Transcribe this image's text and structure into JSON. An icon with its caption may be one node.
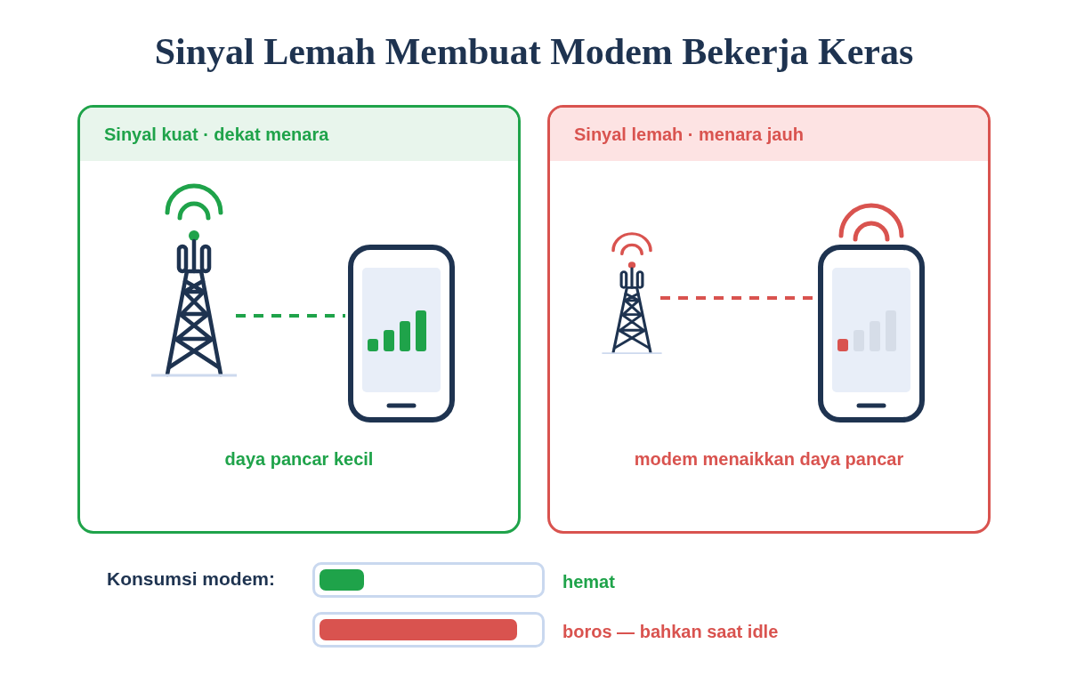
{
  "diagram": {
    "title": "Sinyal Lemah Membuat Modem Bekerja Keras",
    "nodes": [
      {
        "text": [
          "Sinyal kuat · dekat menara",
          "daya pancar kecil"
        ]
      },
      {
        "text": [],
        "shape": "picture",
        "in": 0
      },
      {
        "text": [],
        "shape": "picture",
        "in": 0
      },
      {
        "text": [
          "Sinyal lemah · menara jauh",
          "modem menaikkan daya pancar"
        ]
      },
      {
        "text": [],
        "shape": "picture",
        "in": 3
      },
      {
        "text": [],
        "shape": "picture",
        "in": 3
      }
    ],
    "edges": [
      {
        "from": 1,
        "to": 2,
        "arrow": "none",
        "style": "dashed",
        "color": "#1fa34a"
      },
      {
        "from": 4,
        "to": 5,
        "arrow": "none",
        "style": "dashed",
        "color": "#d9534f"
      }
    ],
    "labels": [
      "Konsumsi modem:"
    ],
    "legend": [
      {
        "text": "hemat",
        "color": "#1fa34a"
      },
      {
        "text": "boros — bahkan saat idle",
        "color": "#d9534f"
      }
    ]
  }
}
